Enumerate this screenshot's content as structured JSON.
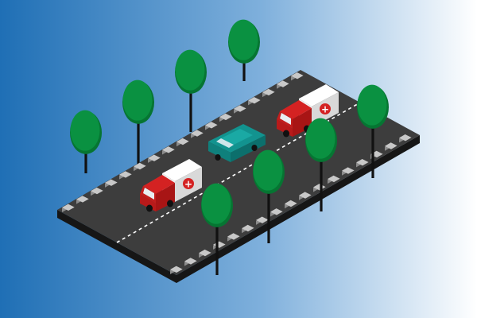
{
  "scene": {
    "background": {
      "left_color": "#1f6fb5",
      "mid_color": "#7fb0dc",
      "right_color": "#ffffff"
    },
    "road": {
      "surface_color": "#3d3d3d",
      "edge_color": "#161616",
      "center_line_color": "#ffffff",
      "curb_top_color": "#c8c8c8",
      "curb_side_color": "#8c8c8c"
    },
    "trees": {
      "foliage_color": "#0a9141",
      "foliage_shadow_color": "#067532",
      "trunk_color": "#111111"
    },
    "vehicles": [
      {
        "kind": "ambulance",
        "cab_color": "#d42222",
        "box_color": "#f2f2f2",
        "cross_symbol": "+",
        "cross_color": "#d42222"
      },
      {
        "kind": "ambulance",
        "cab_color": "#d42222",
        "box_color": "#f2f2f2",
        "cross_symbol": "+",
        "cross_color": "#d42222"
      },
      {
        "kind": "car",
        "body_color": "#12938f"
      }
    ]
  }
}
